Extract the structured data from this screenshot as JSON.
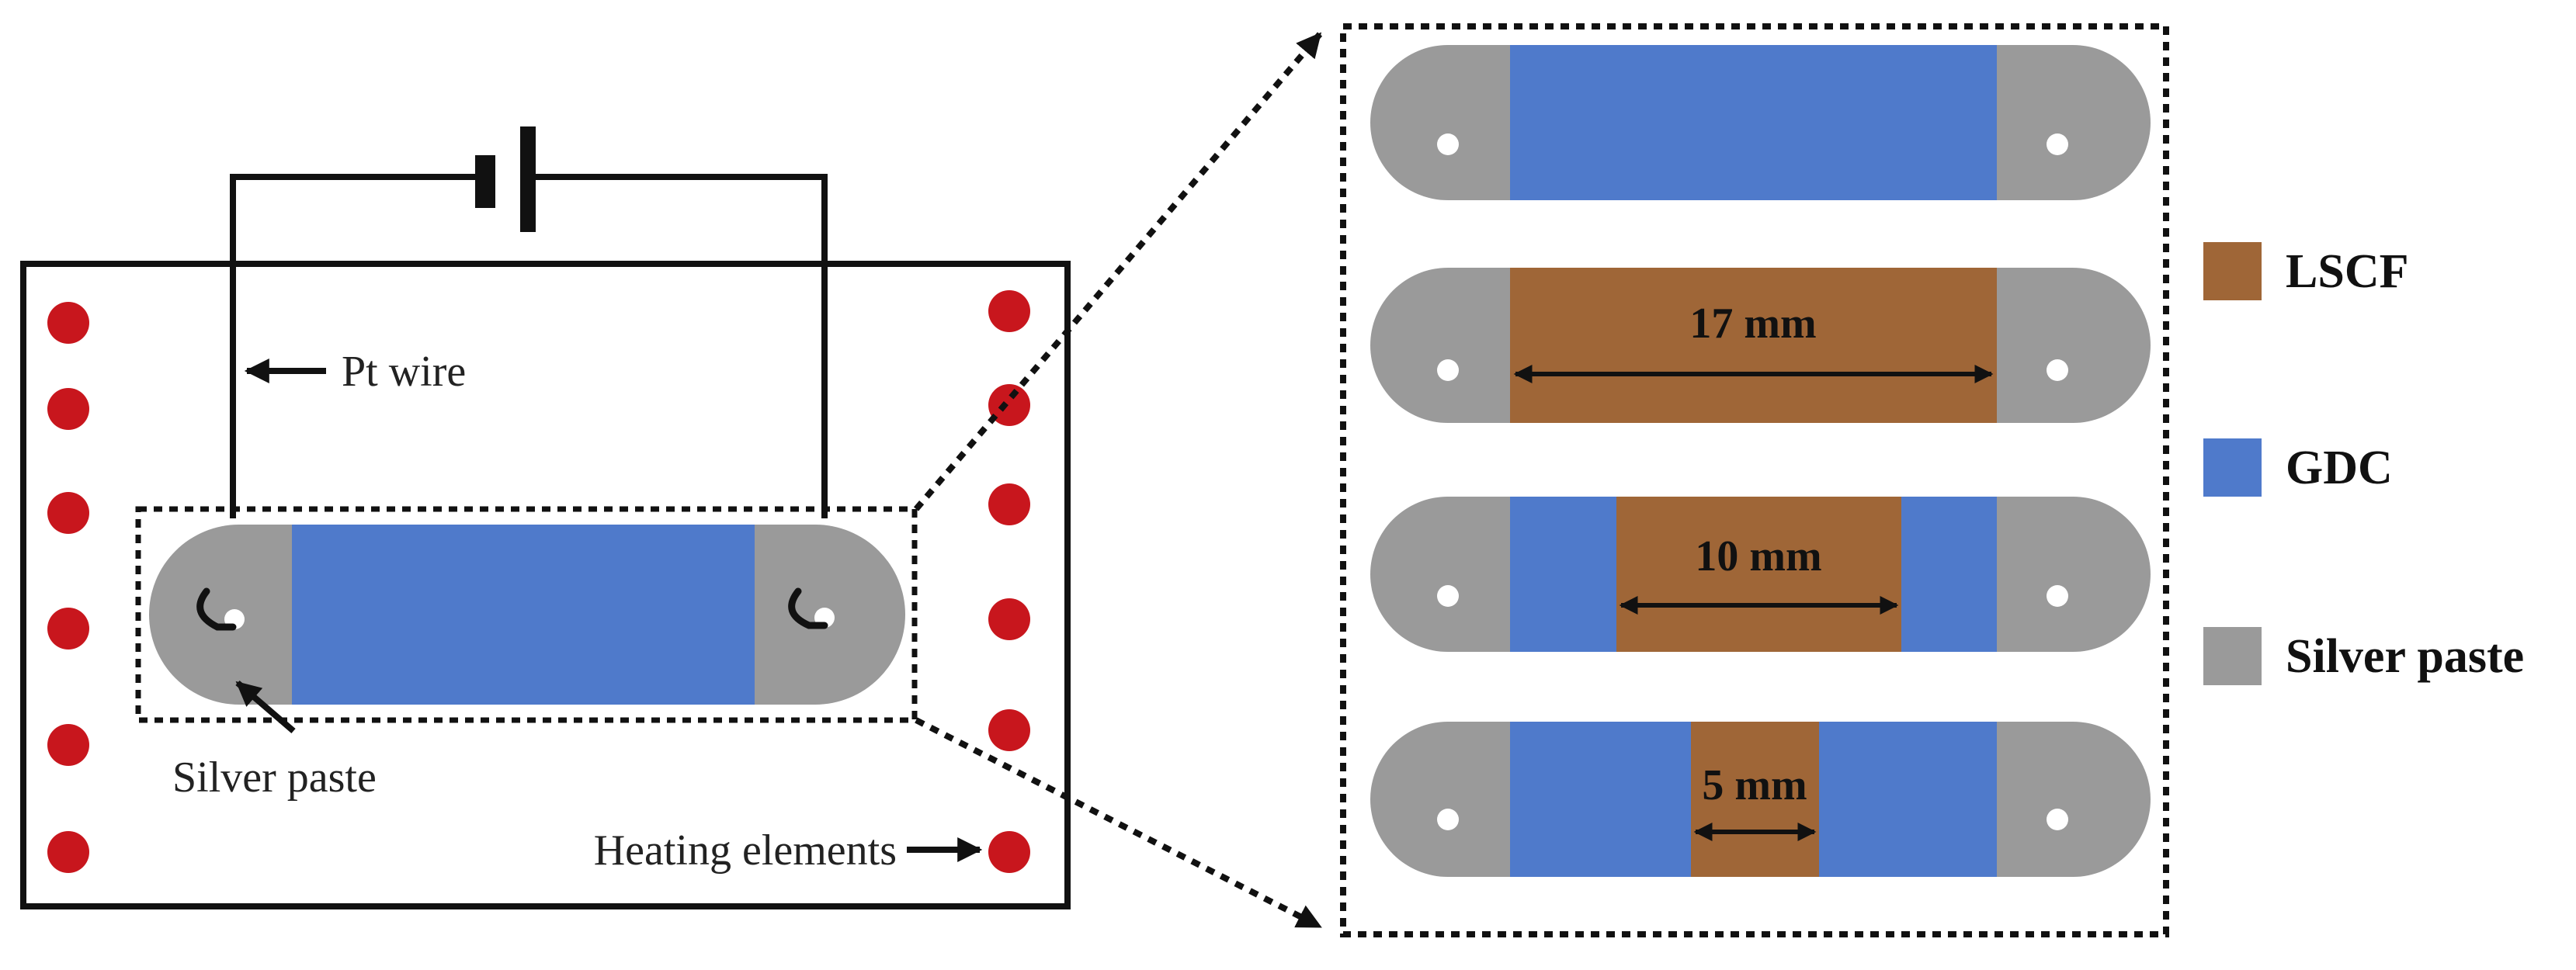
{
  "colors": {
    "lscf": "#9F6637",
    "gdc": "#4F7ACB",
    "silver_paste": "#9A9A9A",
    "heating_element": "#C8161D",
    "line": "#111111",
    "background": "#FFFFFF"
  },
  "icons": {
    "battery": "battery-icon",
    "heating_element": "heating-element-dot",
    "wire_hook": "wire-hook-icon",
    "arrow": "arrow-icon"
  },
  "left_panel": {
    "pt_wire_label": "Pt wire",
    "silver_paste_label": "Silver paste",
    "heating_elements_label": "Heating elements"
  },
  "samples": {
    "sample_2_dimension": "17 mm",
    "sample_3_dimension": "10 mm",
    "sample_4_dimension": "5 mm"
  },
  "legend": {
    "items": [
      {
        "label": "LSCF",
        "color": "#9F6637"
      },
      {
        "label": "GDC",
        "color": "#4F7ACB"
      },
      {
        "label": "Silver paste",
        "color": "#9A9A9A"
      }
    ]
  }
}
